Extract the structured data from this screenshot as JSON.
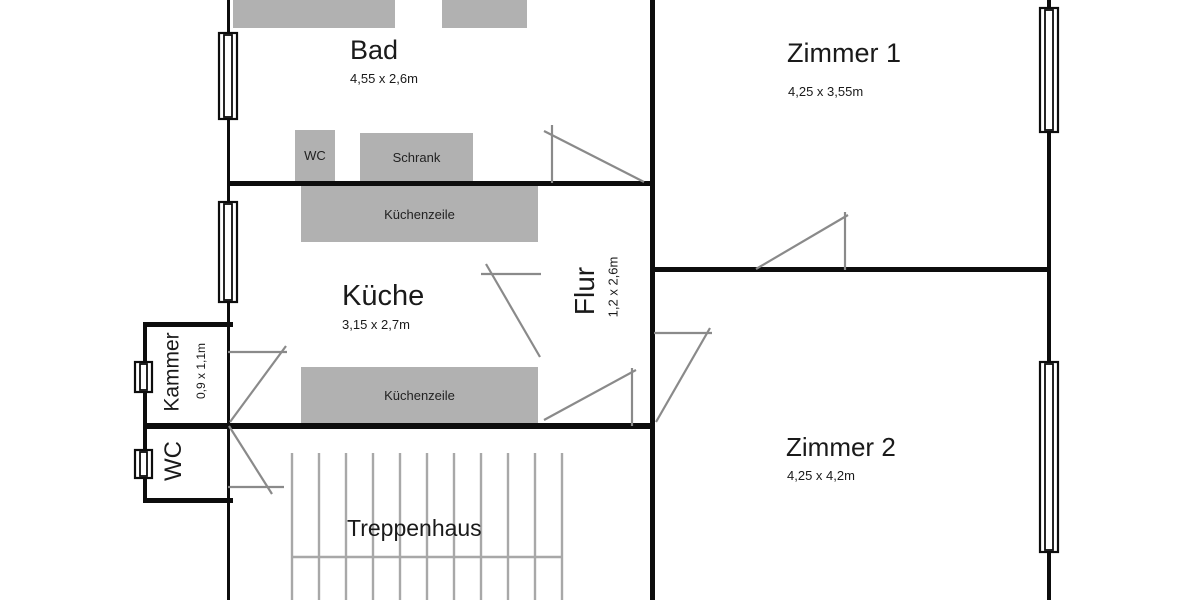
{
  "floorplan": {
    "rooms": {
      "bad": {
        "name": "Bad",
        "dims": "4,55 x 2,6m"
      },
      "zimmer1": {
        "name": "Zimmer 1",
        "dims": "4,25 x 3,55m"
      },
      "kueche": {
        "name": "Küche",
        "dims": "3,15 x 2,7m"
      },
      "flur": {
        "name": "Flur",
        "dims": "1,2 x 2,6m"
      },
      "kammer": {
        "name": "Kammer",
        "dims": "0,9 x 1,1m"
      },
      "wc": {
        "name": "WC"
      },
      "treppenhaus": {
        "name": "Treppenhaus"
      },
      "zimmer2": {
        "name": "Zimmer 2",
        "dims": "4,25 x 4,2m"
      }
    },
    "furniture": {
      "wc": {
        "label": "WC"
      },
      "schrank": {
        "label": "Schrank"
      },
      "kuechenzeile_top": {
        "label": "Küchenzeile"
      },
      "kuechenzeile_bottom": {
        "label": "Küchenzeile"
      }
    },
    "colors": {
      "wall": "#0d0d0d",
      "furniture": "#b1b1b1",
      "door": "#8a8a8a",
      "stairs": "#a8a8a8",
      "background": "#ffffff",
      "text": "#1a1a1a"
    }
  }
}
